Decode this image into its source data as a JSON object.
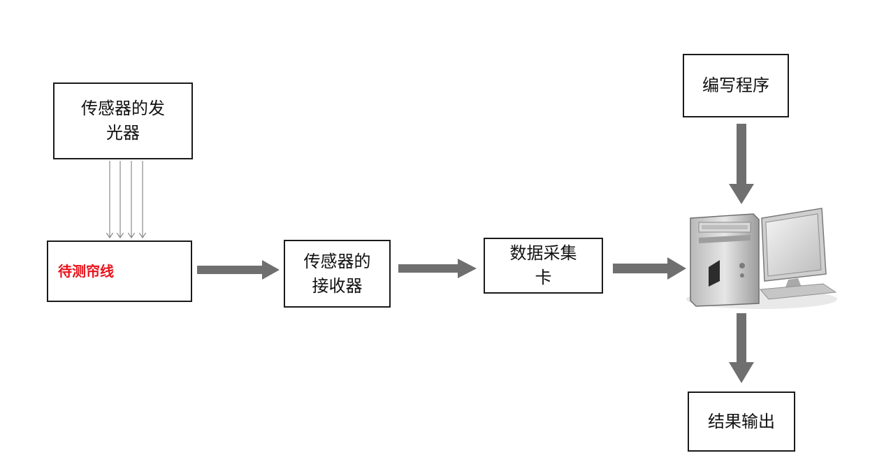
{
  "diagram": {
    "nodes": {
      "emitter": "传感器的发\n光器",
      "curtain": "待测帘线",
      "receiver": "传感器的\n接收器",
      "daq": "数据采集\n卡",
      "program": "编写程序",
      "output": "结果输出"
    },
    "colors": {
      "box_border": "#1a1a1a",
      "box_text": "#111111",
      "highlight_text": "#e8141c",
      "arrow_fill": "#6f6f6f",
      "light_rays": "#8a8a8a"
    },
    "icons": {
      "computer": "desktop-computer-icon"
    }
  }
}
